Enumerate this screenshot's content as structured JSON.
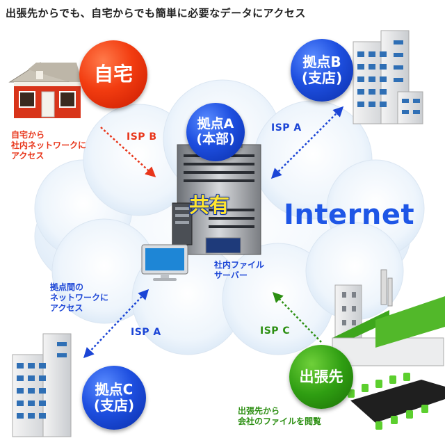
{
  "heading": "出張先からでも、自宅からでも簡単に必要なデータにアクセス",
  "internet": "Internet",
  "share": "共有",
  "nodes": {
    "home": {
      "label": "自宅",
      "caption": [
        "自宅から",
        "社内ネットワークに",
        "アクセス"
      ]
    },
    "hq": {
      "line1": "拠点A",
      "line2": "(本部)"
    },
    "branch_b": {
      "line1": "拠点B",
      "line2": "(支店)"
    },
    "branch_c": {
      "line1": "拠点C",
      "line2": "(支店)"
    },
    "trip": {
      "label": "出張先",
      "caption": [
        "出張先から",
        "会社のファイルを閲覧"
      ]
    }
  },
  "server_caption": [
    "社内ファイル",
    "サーバー"
  ],
  "between_caption": [
    "拠点間の",
    "ネットワークに",
    "アクセス"
  ],
  "isp": {
    "home": "ISP B",
    "branch_b": "ISP A",
    "branch_c": "ISP A",
    "trip": "ISP C"
  },
  "colors": {
    "red": "#e8351a",
    "blue": "#1b45d6",
    "green": "#2c8f12",
    "internet": "#1e56e6",
    "share": "#ffe52e",
    "cloud": "#e9f2fb"
  }
}
